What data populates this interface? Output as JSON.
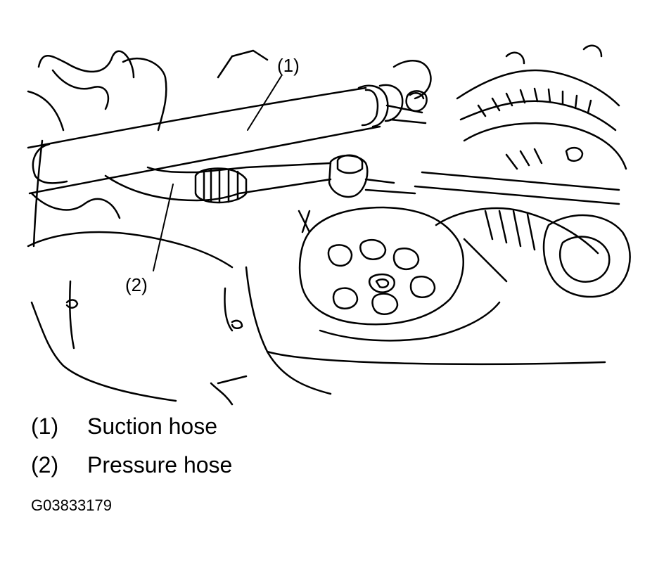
{
  "callouts": [
    {
      "label": "(1)"
    },
    {
      "label": "(2)"
    }
  ],
  "legend": [
    {
      "number": "(1)",
      "text": "Suction hose"
    },
    {
      "number": "(2)",
      "text": "Pressure hose"
    }
  ],
  "figure_id": "G03833179"
}
